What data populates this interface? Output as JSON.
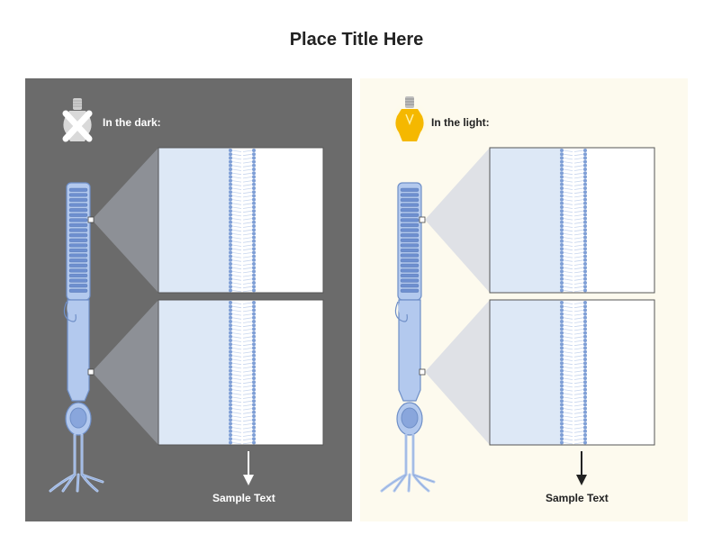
{
  "title": "Place Title Here",
  "panels": {
    "dark": {
      "label": "In the dark:",
      "sample": "Sample Text",
      "bg": "#6b6b6b"
    },
    "light": {
      "label": "In the light:",
      "sample": "Sample Text",
      "bg": "#fdfaee"
    }
  },
  "colors": {
    "cell_fill": "#b3c9ee",
    "cell_stroke": "#6f8fc7",
    "disc": "#6e8fcf",
    "membrane": "#7f9fd6",
    "zoom_left": "#dde8f6",
    "bulb_on": "#f5b800",
    "bulb_off": "#d9d9d9"
  },
  "icons": [
    "lightbulb-off-icon",
    "lightbulb-on-icon",
    "arrow-down-icon"
  ]
}
